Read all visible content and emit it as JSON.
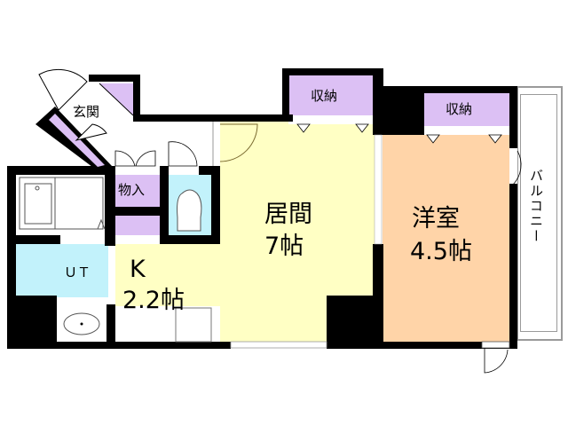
{
  "colors": {
    "wall": "#000000",
    "living": "#ffffc4",
    "western_room": "#ffd4a8",
    "storage": "#dcc0f4",
    "water": "#c2f2fb",
    "balcony_outline": "#9a9a9a",
    "floor_white": "#ffffff"
  },
  "rooms": {
    "entrance": {
      "label": "玄関"
    },
    "storage_small": {
      "label": "物入"
    },
    "unit_bath": {
      "label": "ＵＴ"
    },
    "kitchen": {
      "label": "K",
      "size": "2.2帖"
    },
    "living": {
      "label": "居間",
      "size": "7帖"
    },
    "storage_living": {
      "label": "収納"
    },
    "western": {
      "label": "洋室",
      "size": "4.5帖"
    },
    "storage_western": {
      "label": "収納"
    },
    "balcony": {
      "label": "バルコニー"
    }
  }
}
